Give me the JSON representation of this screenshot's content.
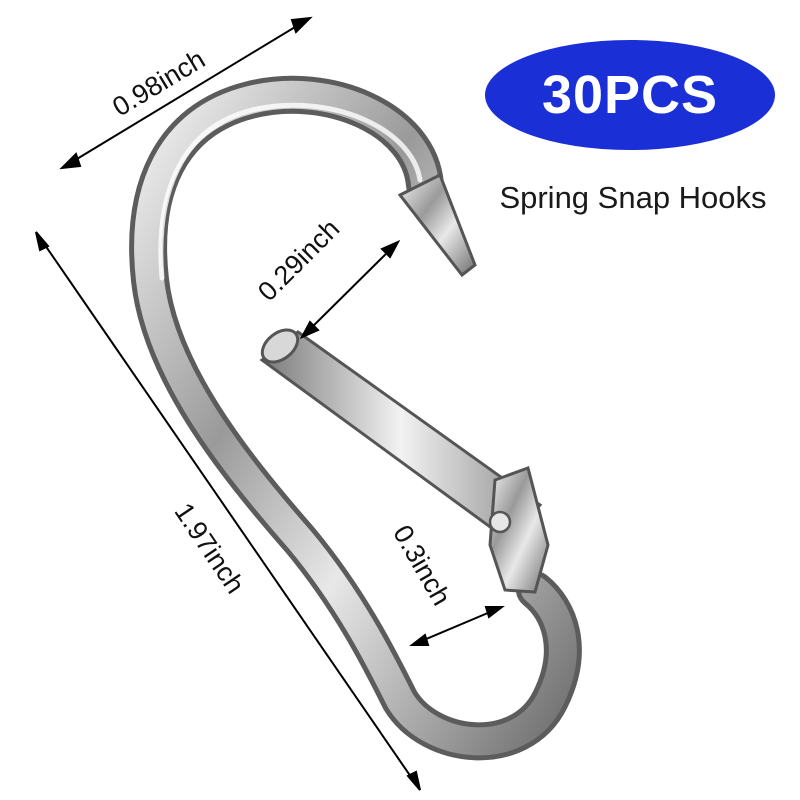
{
  "badge": {
    "label": "30PCS",
    "color": "#1a2fd6"
  },
  "subtitle": "Spring Snap Hooks",
  "dimensions": {
    "width": "0.98inch",
    "opening": "0.29inch",
    "height": "1.97inch",
    "bottom_gap": "0.3inch"
  },
  "product": {
    "material_color": "silver",
    "icon": "carabiner-snap-hook"
  }
}
